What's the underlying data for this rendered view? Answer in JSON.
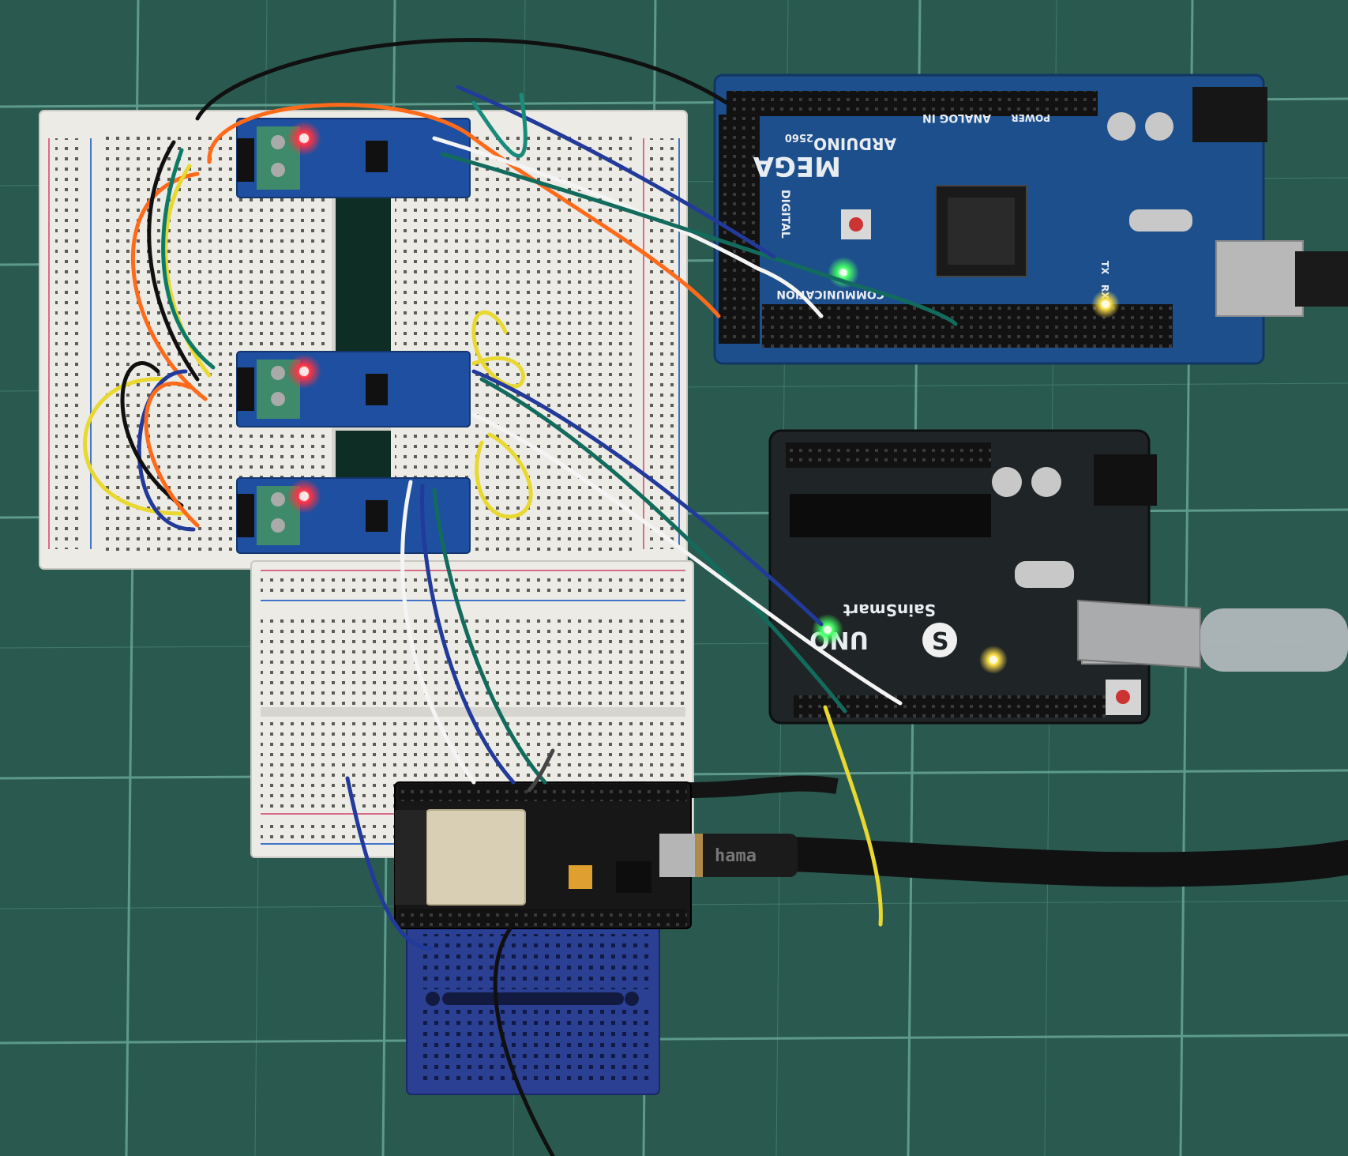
{
  "image": {
    "description_colors": {
      "mat": "#2a5a4f",
      "grid_line": "#6fb0a0",
      "breadboard": "#ecebe6",
      "mega_board": "#1d4f8c",
      "uno_board": "#1f2426",
      "module_board": "#1f4fa0",
      "mini_breadboard": "#2b3f93",
      "led_red": "#ff3344",
      "led_green": "#44ff66",
      "led_yellow": "#ffe04a"
    }
  },
  "mega": {
    "brand": "ARDUINO",
    "model": "MEGA",
    "variant": "2560",
    "header_digital": "DIGITAL",
    "header_analog": "ANALOG IN",
    "header_power": "POWER",
    "header_comm": "COMMUNICATION",
    "tx": "TX",
    "rx": "RX"
  },
  "uno": {
    "model": "UNO",
    "brand": "SainSmart",
    "logo": "S"
  },
  "esp32": {
    "cable_brand": "hama"
  }
}
